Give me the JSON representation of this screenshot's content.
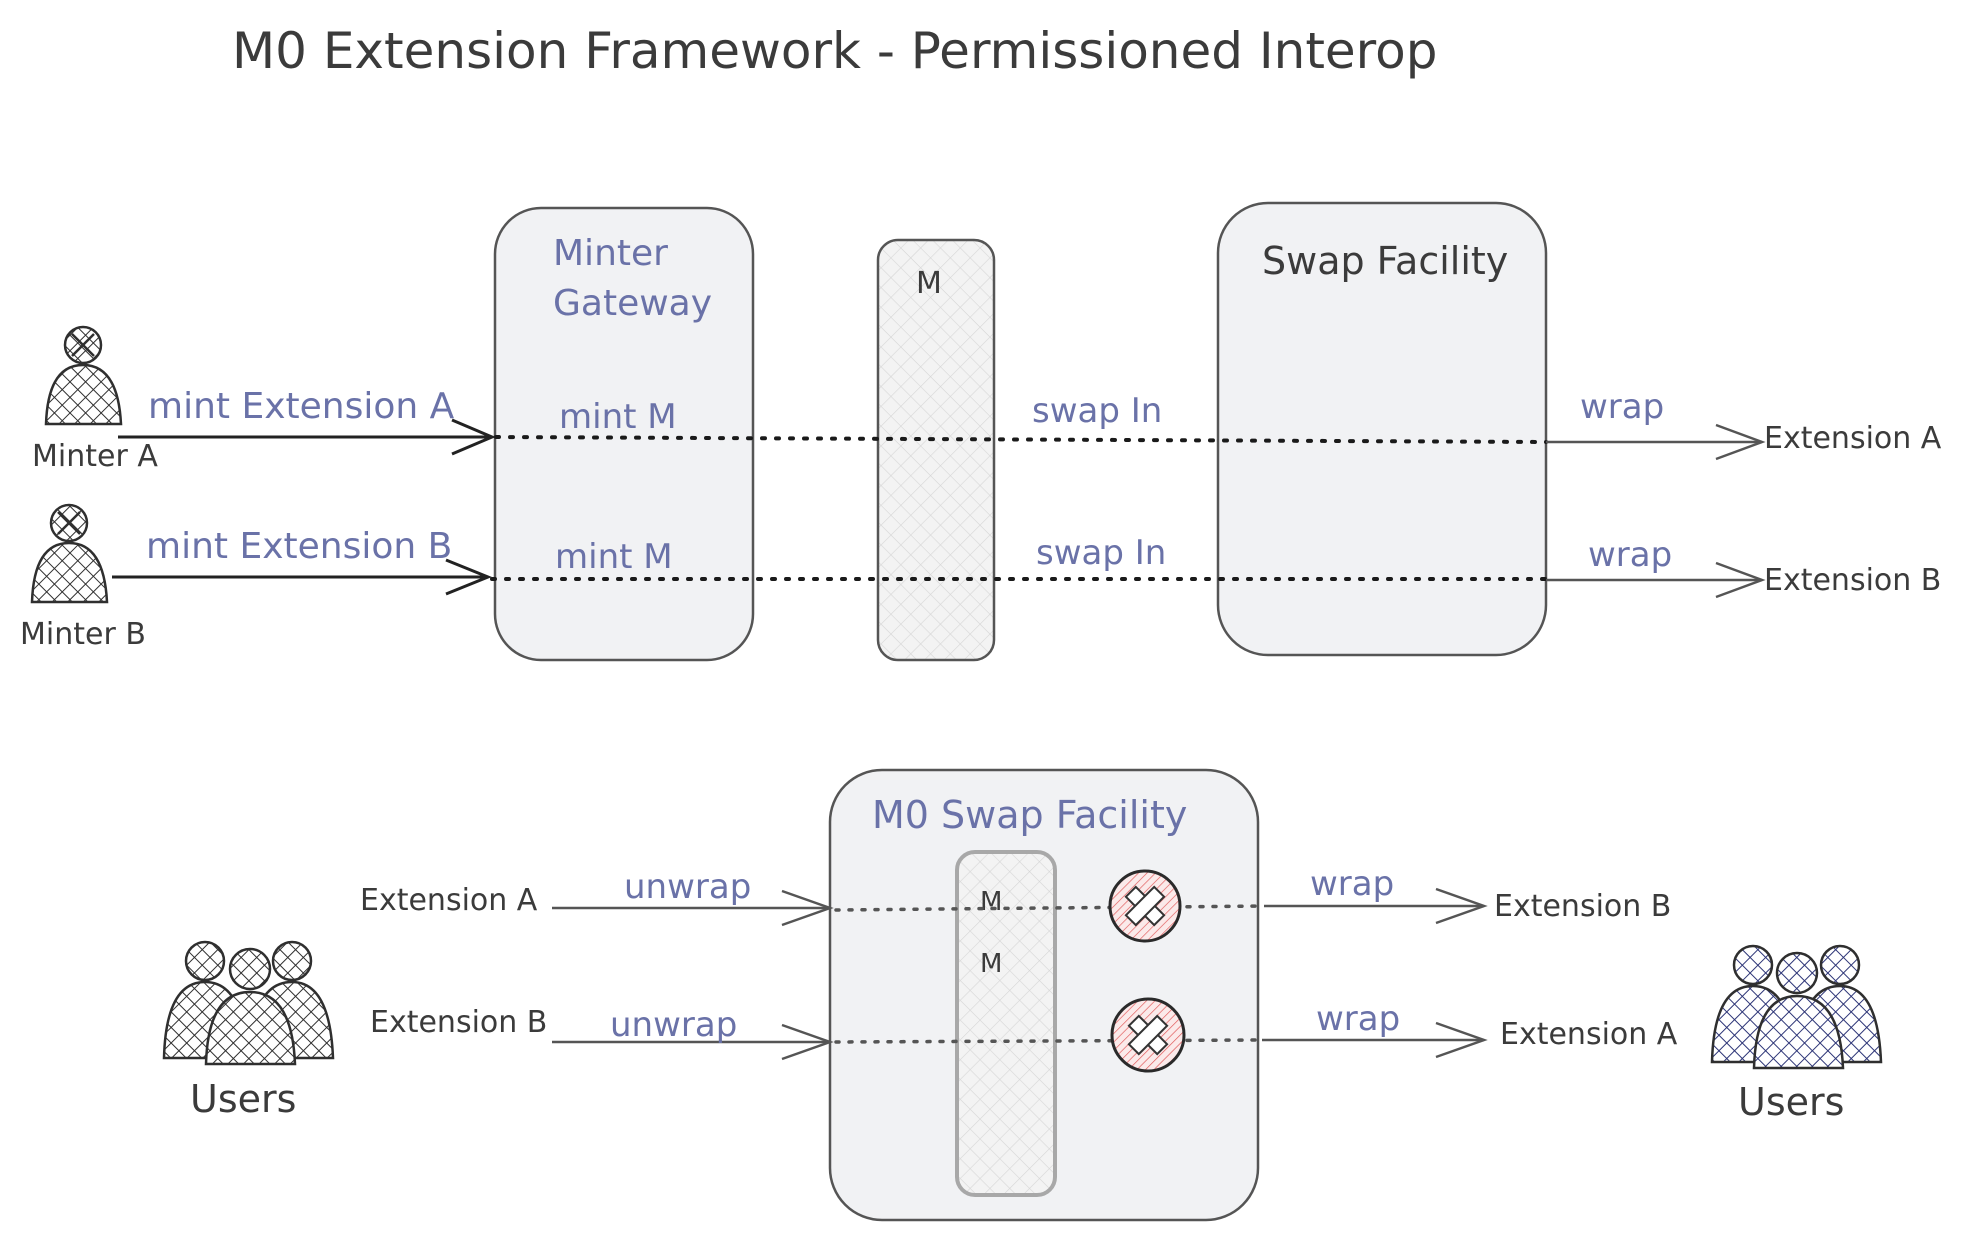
{
  "title": "M0 Extension Framework - Permissioned Interop",
  "colors": {
    "box_fill": "#f1f2f4",
    "box_stroke": "#555555",
    "label_blue": "#6a72a8",
    "text_dark": "#3b3b3b",
    "blocked_red": "#e05555",
    "users_navy": "#2d3577"
  },
  "top": {
    "minter_a_label": "Minter A",
    "minter_b_label": "Minter B",
    "minter_a_action": "mint Extension A",
    "minter_b_action": "mint Extension B",
    "gateway_label_line1": "Minter",
    "gateway_label_line2": "Gateway",
    "gateway_action_a": "mint M",
    "gateway_action_b": "mint M",
    "m_token_label": "M",
    "swap_facility_label": "Swap Facility",
    "swap_in_a": "swap In",
    "swap_in_b": "swap In",
    "wrap_a": "wrap",
    "wrap_b": "wrap",
    "output_a": "Extension A",
    "output_b": "Extension B"
  },
  "bottom": {
    "facility_label": "M0 Swap Facility",
    "input_a": "Extension A",
    "input_b": "Extension B",
    "unwrap_a": "unwrap",
    "unwrap_b": "unwrap",
    "m_label_1": "M",
    "m_label_2": "M",
    "wrap_a": "wrap",
    "wrap_b": "wrap",
    "output_a": "Extension B",
    "output_b": "Extension A",
    "users_left": "Users",
    "users_right": "Users"
  },
  "icons": {
    "person": "person-icon",
    "users": "users-group-icon",
    "blocked": "blocked-x-icon",
    "arrow": "arrow-right-icon"
  }
}
